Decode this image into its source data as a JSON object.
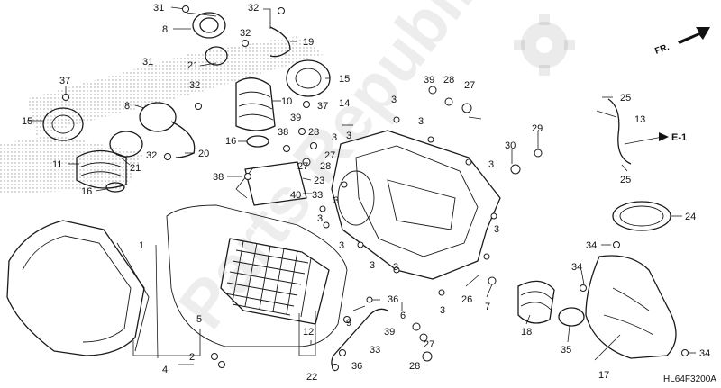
{
  "diagram": {
    "code": "HL64F3200A",
    "watermark": "Parts Republik",
    "direction_label": "FR.",
    "reference_label": "E-1",
    "callouts": [
      "31",
      "32",
      "8",
      "19",
      "32",
      "21",
      "15",
      "37",
      "31",
      "32",
      "10",
      "37",
      "15",
      "8",
      "11",
      "21",
      "32",
      "20",
      "16",
      "16",
      "38",
      "38",
      "23",
      "40",
      "33",
      "1",
      "4",
      "5",
      "2",
      "22",
      "3",
      "14",
      "39",
      "28",
      "27",
      "3",
      "3",
      "28",
      "27",
      "3",
      "39",
      "28",
      "27",
      "3",
      "3",
      "29",
      "30",
      "3",
      "3",
      "3",
      "3",
      "3",
      "13",
      "25",
      "25",
      "24",
      "34",
      "34",
      "26",
      "7",
      "9",
      "6",
      "36",
      "33",
      "39",
      "28",
      "27",
      "36",
      "3",
      "18",
      "35",
      "17",
      "34",
      "12"
    ]
  }
}
